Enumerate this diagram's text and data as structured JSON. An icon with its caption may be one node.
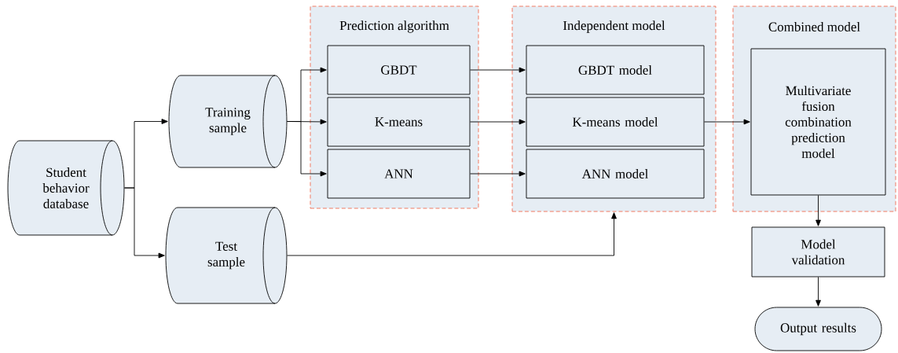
{
  "diagram": {
    "nodes": [
      {
        "text": [
          "Student behavior database"
        ]
      },
      {
        "text": [
          "Training sample"
        ]
      },
      {
        "text": [
          "Test sample"
        ]
      },
      {
        "text": [
          "Prediction algorithm"
        ]
      },
      {
        "text": [
          "GBDT"
        ],
        "in": 3
      },
      {
        "text": [
          "K-means"
        ],
        "in": 3
      },
      {
        "text": [
          "ANN"
        ],
        "in": 3
      },
      {
        "text": [
          "Independent model"
        ]
      },
      {
        "text": [
          "GBDT model"
        ],
        "in": 7
      },
      {
        "text": [
          "K-means model"
        ],
        "in": 7
      },
      {
        "text": [
          "ANN model"
        ],
        "in": 7
      },
      {
        "text": [
          "Combined model"
        ]
      },
      {
        "text": [
          "Multivariate fusion combination prediction model"
        ],
        "in": 11
      },
      {
        "text": [
          "Model validation"
        ]
      },
      {
        "text": [
          "Output results"
        ]
      }
    ],
    "edges": [
      {
        "from": 0,
        "to": 1,
        "arrow": "to"
      },
      {
        "from": 0,
        "to": 2,
        "arrow": "to"
      },
      {
        "from": 1,
        "to": 4,
        "arrow": "to"
      },
      {
        "from": 1,
        "to": 5,
        "arrow": "to"
      },
      {
        "from": 1,
        "to": 6,
        "arrow": "to"
      },
      {
        "from": 4,
        "to": 8,
        "arrow": "to"
      },
      {
        "from": 5,
        "to": 9,
        "arrow": "to"
      },
      {
        "from": 6,
        "to": 10,
        "arrow": "to"
      },
      {
        "from": 2,
        "to": 7,
        "arrow": "to"
      },
      {
        "from": 9,
        "to": 12,
        "arrow": "to"
      },
      {
        "from": 12,
        "to": 13,
        "arrow": "to"
      },
      {
        "from": 13,
        "to": 14,
        "arrow": "to"
      }
    ]
  }
}
